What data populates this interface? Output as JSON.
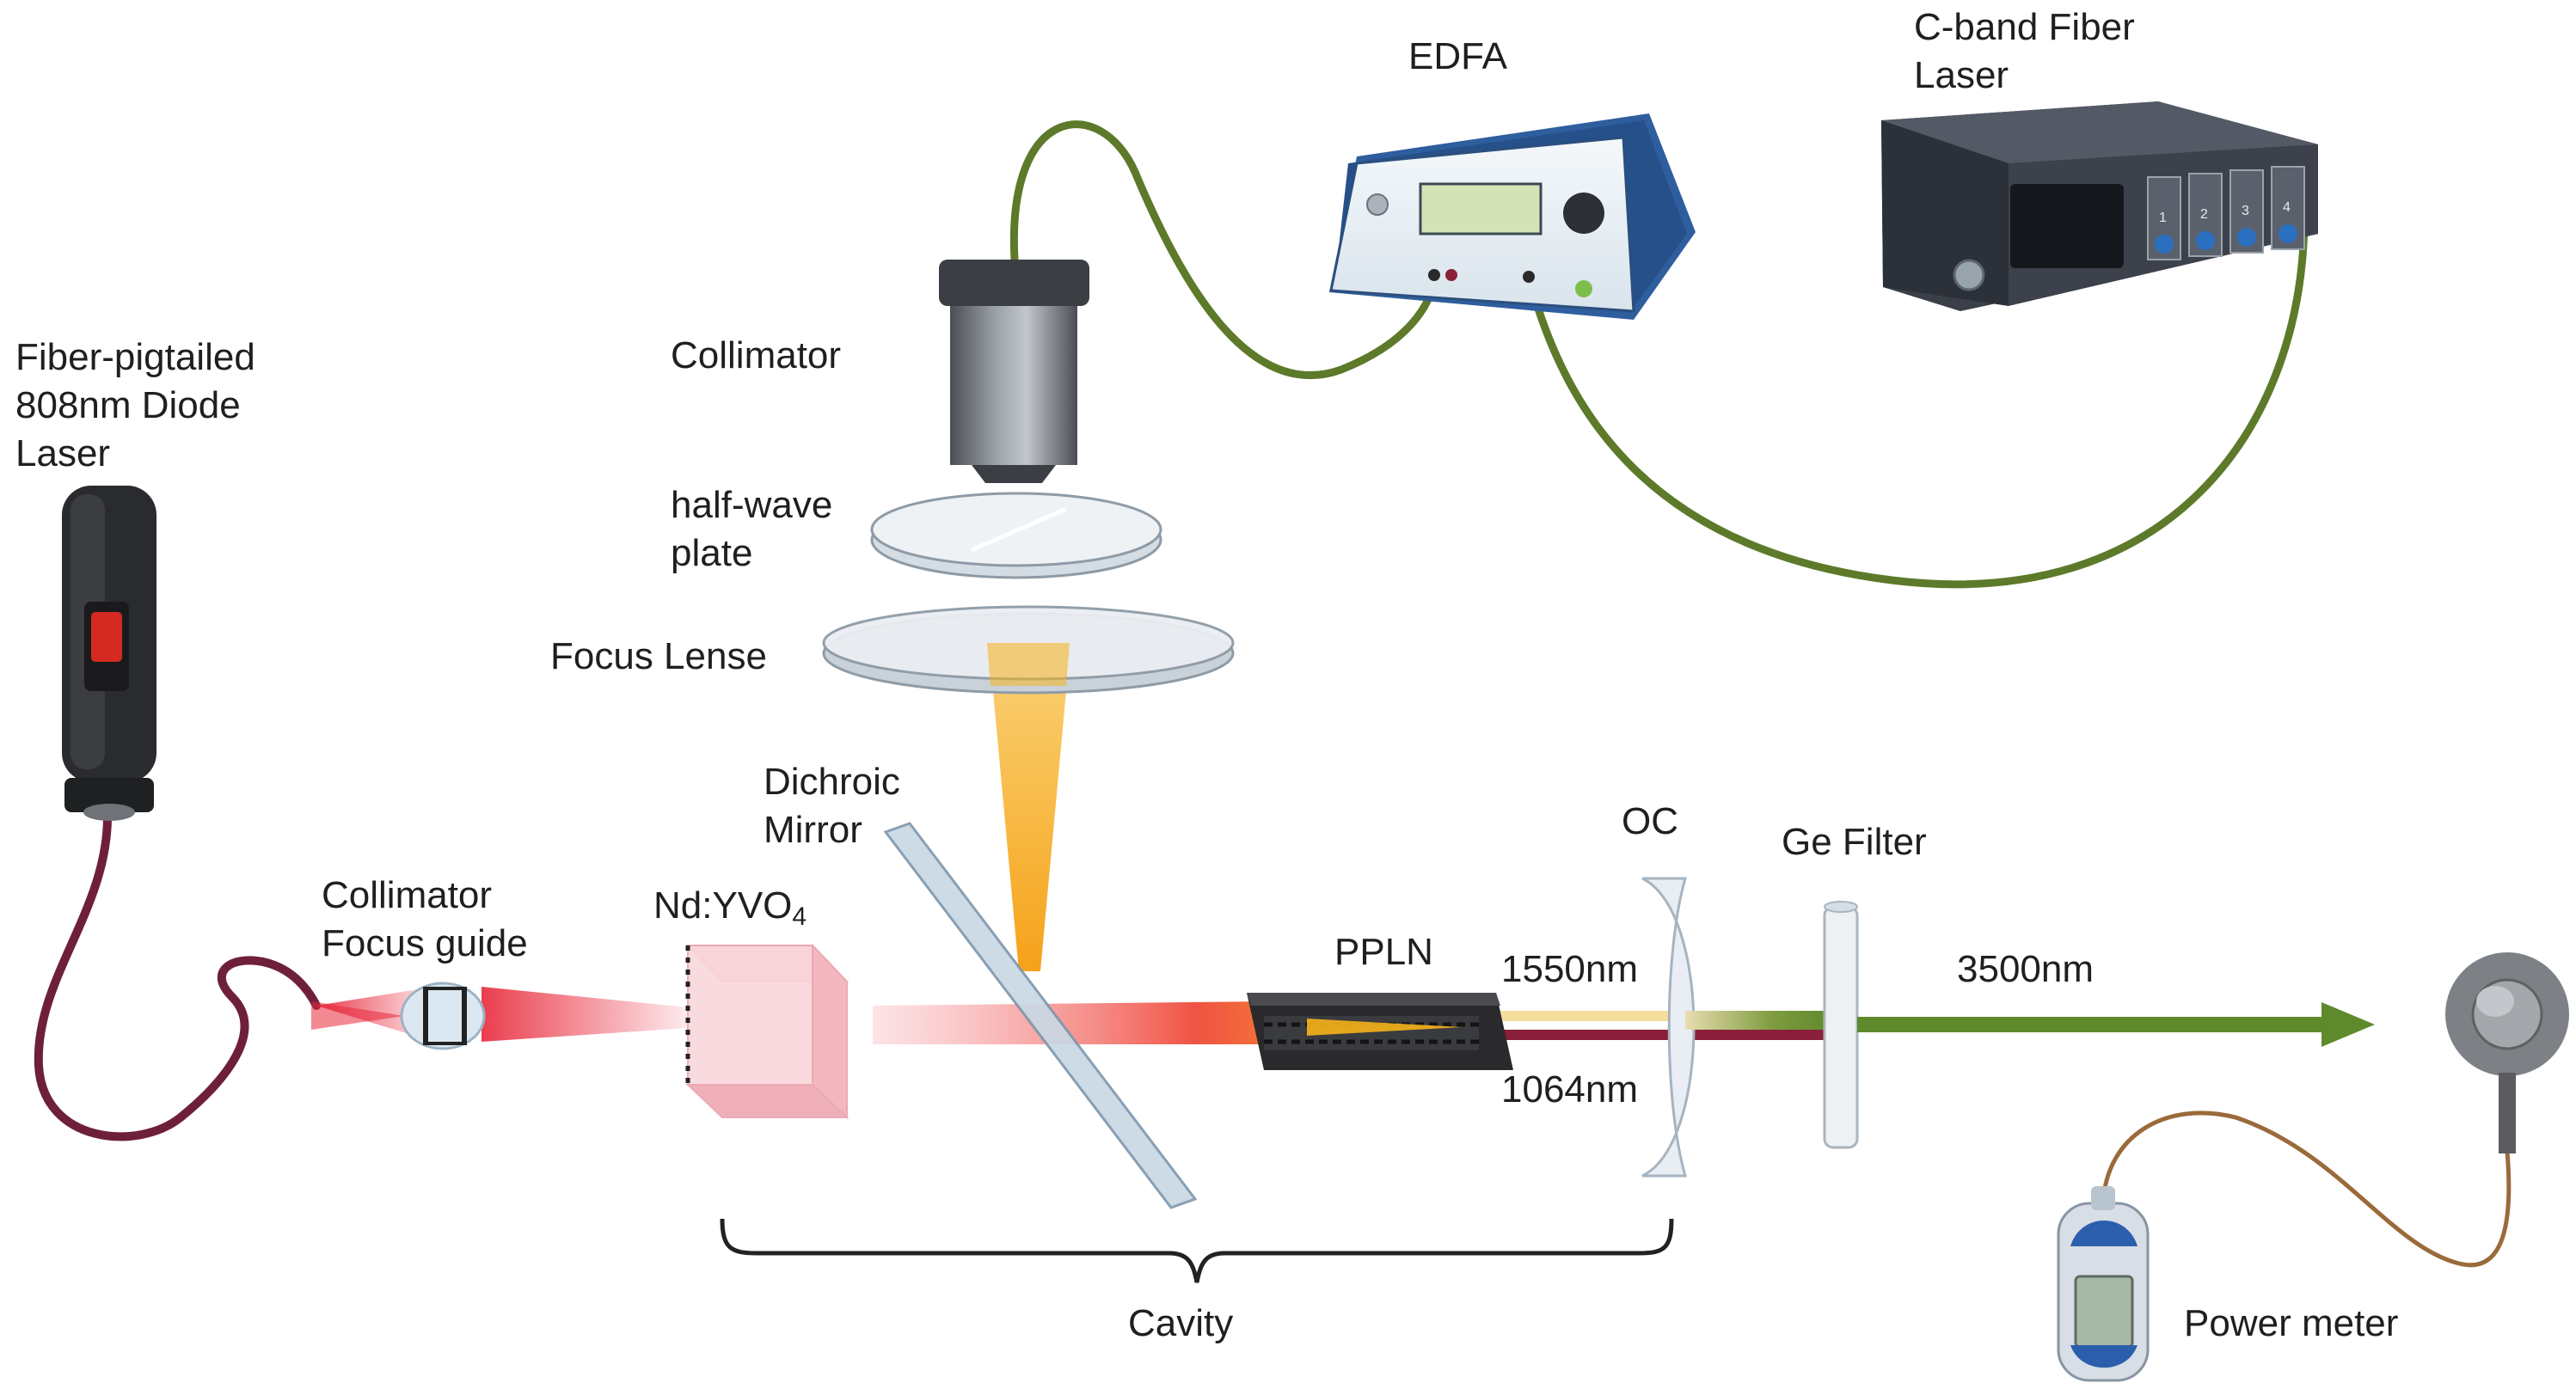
{
  "labels": {
    "diode_laser_line1": "Fiber-pigtailed",
    "diode_laser_line2": "808nm Diode",
    "diode_laser_line3": "Laser",
    "collimator_top": "Collimator",
    "half_wave_line1": "half-wave",
    "half_wave_line2": "plate",
    "focus_lense": "Focus Lense",
    "edfa": "EDFA",
    "cband_line1": "C-band Fiber",
    "cband_line2": "Laser",
    "dichroic_line1": "Dichroic",
    "dichroic_line2": "Mirror",
    "collimator_focus_line1": "Collimator",
    "collimator_focus_line2": "Focus guide",
    "ndyvo_main": "Nd:YVO",
    "ndyvo_sub": "4",
    "ppln": "PPLN",
    "wl_1550": "1550nm",
    "wl_1064": "1064nm",
    "oc": "OC",
    "ge_filter": "Ge Filter",
    "wl_3500": "3500nm",
    "cavity": "Cavity",
    "power_meter": "Power meter"
  },
  "cband_ports": [
    "1",
    "2",
    "3",
    "4"
  ],
  "colors": {
    "fiber_green": "#5c7a2a",
    "fiber_pump": "#6e1f3c",
    "beam_red": "#e8283a",
    "beam_yellow": "#f6b21a",
    "beam_green": "#5e8a2c",
    "beam_1064": "#8a1f3a",
    "edfa_body": "#2f5e9e",
    "laser_body": "#3a3f48"
  }
}
